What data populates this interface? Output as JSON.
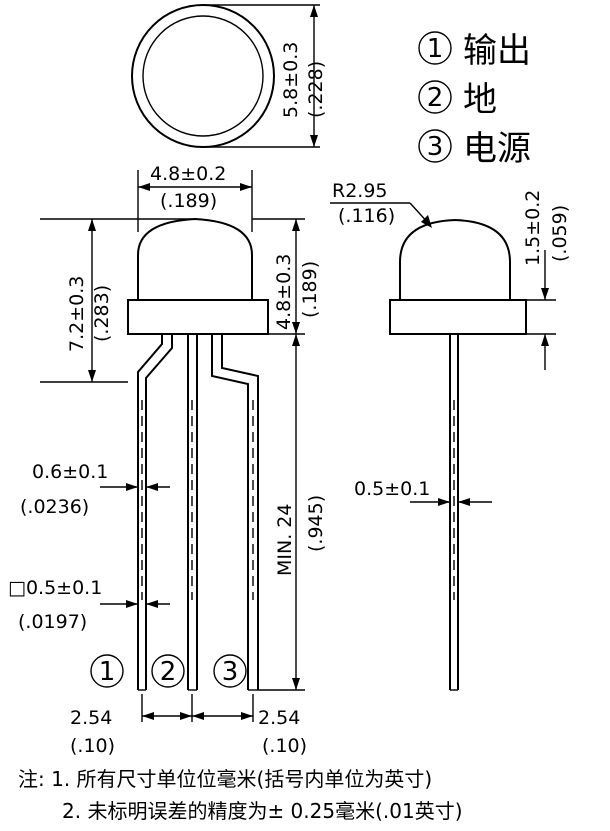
{
  "legend": {
    "items": [
      {
        "num": "1",
        "label": "输出"
      },
      {
        "num": "2",
        "label": "地"
      },
      {
        "num": "3",
        "label": "电源"
      }
    ]
  },
  "dims": {
    "top_dia": "5.8±0.3",
    "top_dia_in": "(.228)",
    "dome_width": "4.8±0.2",
    "dome_width_in": "(.189)",
    "total_height": "7.2±0.3",
    "total_height_in": "(.283)",
    "body_height": "4.8±0.3",
    "body_height_in": "(.189)",
    "radius": "R2.95",
    "radius_in": "(.116)",
    "flange": "1.5±0.2",
    "flange_in": "(.059)",
    "lead_width": "0.6±0.1",
    "lead_width_in": "(.0236)",
    "lead_square": "□0.5±0.1",
    "lead_square_in": "(.0197)",
    "lead_length": "MIN. 24",
    "lead_length_in": "(.945)",
    "lead_thick": "0.5±0.1",
    "pitch_left": "2.54",
    "pitch_left_in": "(.10)",
    "pitch_right": "2.54",
    "pitch_right_in": "(.10)",
    "pin1": "1",
    "pin2": "2",
    "pin3": "3"
  },
  "notes": {
    "line1": "注: 1. 所有尺寸单位位毫米(括号内单位为英寸)",
    "line2": "2. 未标明误差的精度为± 0.25毫米(.01英寸)"
  }
}
